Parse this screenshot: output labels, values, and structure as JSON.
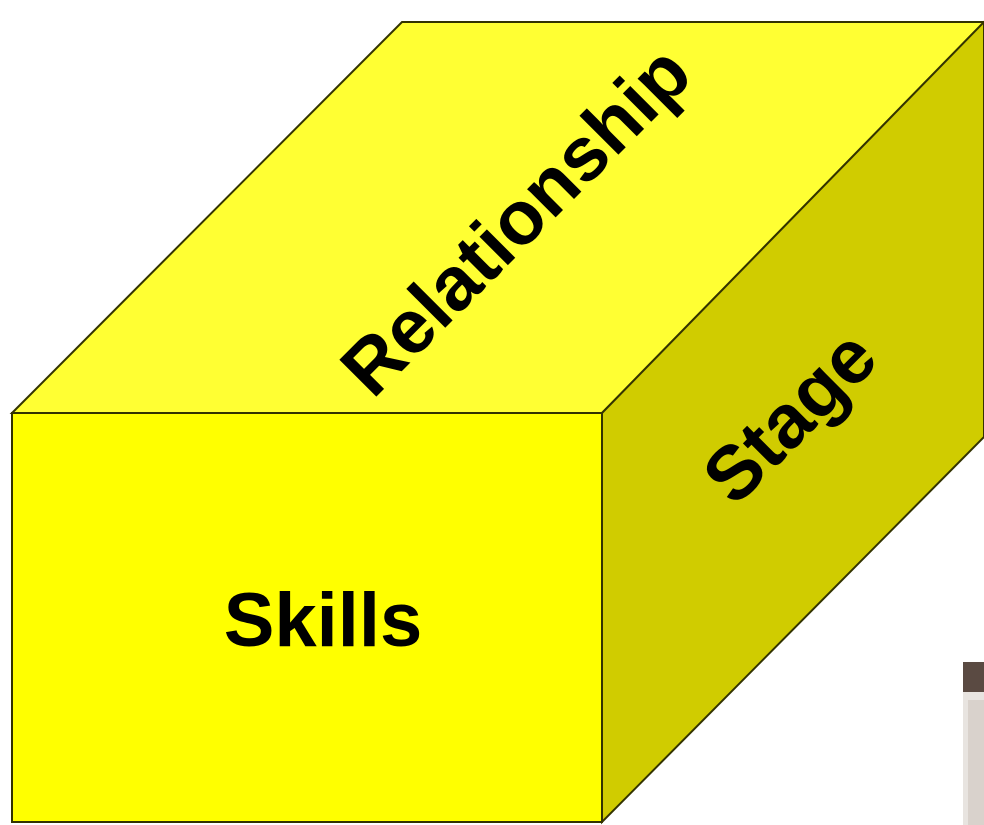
{
  "cube": {
    "front_label": "Skills",
    "top_label": "Relationship",
    "side_label": "Stage"
  },
  "colors": {
    "front_face": "#ffff00",
    "top_face": "#ffff33",
    "side_face": "#d0cc00",
    "outline": "#333300",
    "background": "#ffffff"
  }
}
